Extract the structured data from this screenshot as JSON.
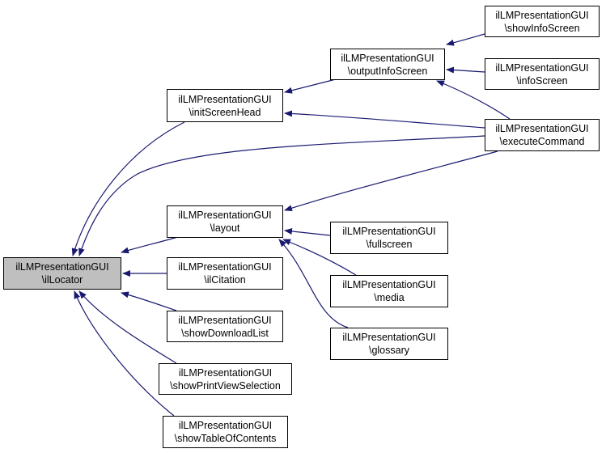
{
  "diagram": {
    "type": "doxygen-caller-graph",
    "edge_color": "#191970",
    "root_fill": "#bfbfbf",
    "nodes": [
      {
        "id": "ilLocator",
        "line1": "ilLMPresentationGUI",
        "line2": "\\ilLocator",
        "root": true
      },
      {
        "id": "initScreenHead",
        "line1": "ilLMPresentationGUI",
        "line2": "\\initScreenHead"
      },
      {
        "id": "outputInfoScreen",
        "line1": "ilLMPresentationGUI",
        "line2": "\\outputInfoScreen"
      },
      {
        "id": "showInfoScreen",
        "line1": "ilLMPresentationGUI",
        "line2": "\\showInfoScreen"
      },
      {
        "id": "infoScreen",
        "line1": "ilLMPresentationGUI",
        "line2": "\\infoScreen"
      },
      {
        "id": "executeCommand",
        "line1": "ilLMPresentationGUI",
        "line2": "\\executeCommand"
      },
      {
        "id": "layout",
        "line1": "ilLMPresentationGUI",
        "line2": "\\layout"
      },
      {
        "id": "ilCitation",
        "line1": "ilLMPresentationGUI",
        "line2": "\\ilCitation"
      },
      {
        "id": "showDownloadList",
        "line1": "ilLMPresentationGUI",
        "line2": "\\showDownloadList"
      },
      {
        "id": "showPrintViewSelection",
        "line1": "ilLMPresentationGUI",
        "line2": "\\showPrintViewSelection"
      },
      {
        "id": "showTableOfContents",
        "line1": "ilLMPresentationGUI",
        "line2": "\\showTableOfContents"
      },
      {
        "id": "fullscreen",
        "line1": "ilLMPresentationGUI",
        "line2": "\\fullscreen"
      },
      {
        "id": "media",
        "line1": "ilLMPresentationGUI",
        "line2": "\\media"
      },
      {
        "id": "glossary",
        "line1": "ilLMPresentationGUI",
        "line2": "\\glossary"
      }
    ],
    "edges": [
      {
        "from": "initScreenHead",
        "to": "ilLocator"
      },
      {
        "from": "executeCommand",
        "to": "ilLocator"
      },
      {
        "from": "layout",
        "to": "ilLocator"
      },
      {
        "from": "ilCitation",
        "to": "ilLocator"
      },
      {
        "from": "showDownloadList",
        "to": "ilLocator"
      },
      {
        "from": "showPrintViewSelection",
        "to": "ilLocator"
      },
      {
        "from": "showTableOfContents",
        "to": "ilLocator"
      },
      {
        "from": "outputInfoScreen",
        "to": "initScreenHead"
      },
      {
        "from": "executeCommand",
        "to": "initScreenHead"
      },
      {
        "from": "showInfoScreen",
        "to": "outputInfoScreen"
      },
      {
        "from": "infoScreen",
        "to": "outputInfoScreen"
      },
      {
        "from": "executeCommand",
        "to": "outputInfoScreen"
      },
      {
        "from": "executeCommand",
        "to": "layout"
      },
      {
        "from": "fullscreen",
        "to": "layout"
      },
      {
        "from": "media",
        "to": "layout"
      },
      {
        "from": "glossary",
        "to": "layout"
      }
    ]
  }
}
